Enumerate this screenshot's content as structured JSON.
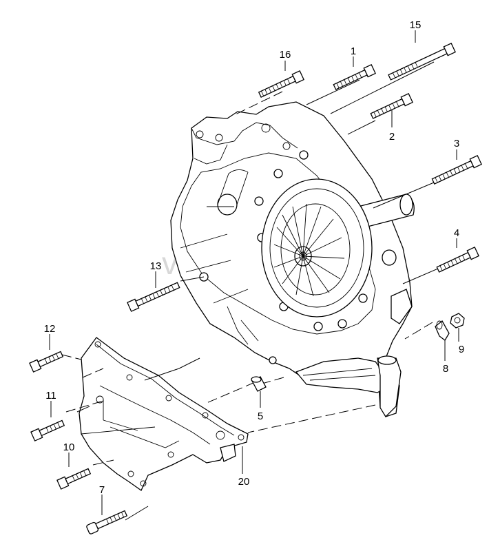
{
  "watermark": "vagteq",
  "callouts": [
    {
      "id": "1"
    },
    {
      "id": "2"
    },
    {
      "id": "3"
    },
    {
      "id": "4"
    },
    {
      "id": "5"
    },
    {
      "id": "7"
    },
    {
      "id": "8"
    },
    {
      "id": "9"
    },
    {
      "id": "10"
    },
    {
      "id": "11"
    },
    {
      "id": "12"
    },
    {
      "id": "13"
    },
    {
      "id": "15"
    },
    {
      "id": "16"
    },
    {
      "id": "20"
    }
  ]
}
